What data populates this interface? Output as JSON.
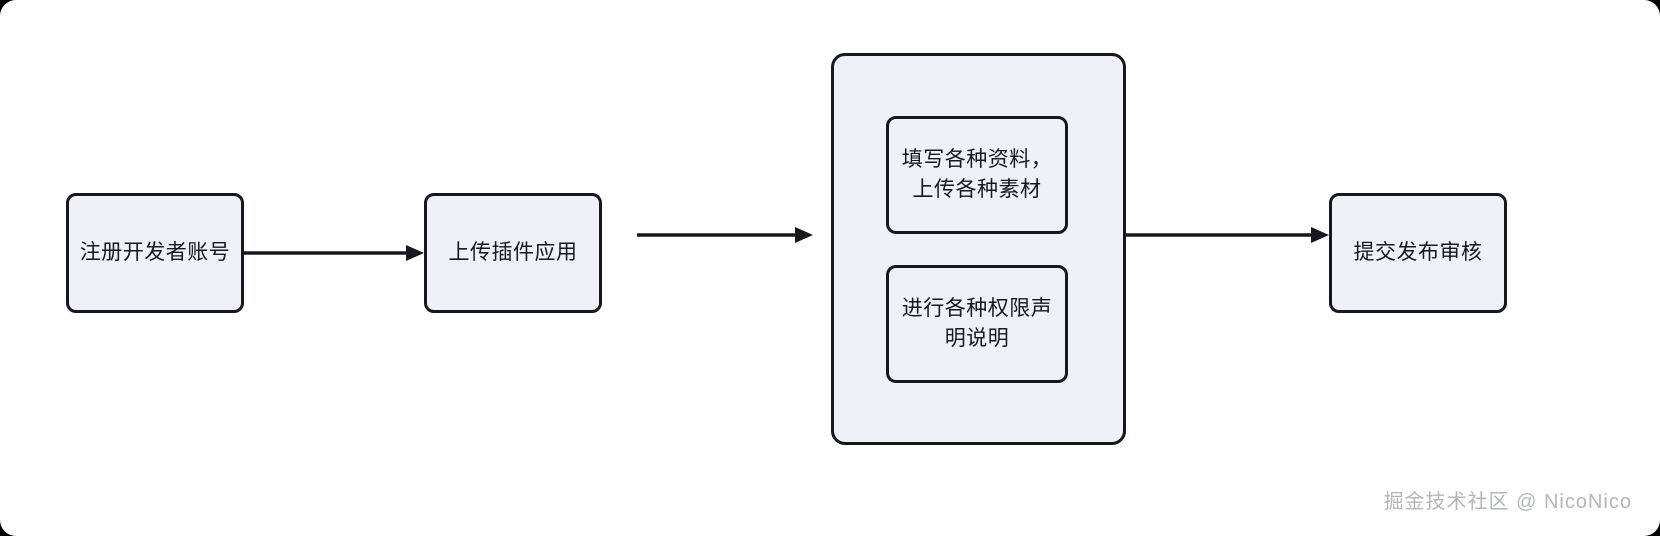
{
  "diagram": {
    "type": "flowchart",
    "orientation": "left-to-right",
    "background_color": "#ffffff",
    "node_fill_color": "#eef1f8",
    "node_border_color": "#16181d",
    "nodes": [
      {
        "id": "register",
        "label": "注册开发者账号"
      },
      {
        "id": "upload",
        "label": "上传插件应用"
      },
      {
        "id": "fill_info",
        "label": "填写各种资料，\n上传各种素材"
      },
      {
        "id": "permission",
        "label": "进行各种权限声\n明说明"
      },
      {
        "id": "submit",
        "label": "提交发布审核"
      }
    ],
    "group": {
      "id": "details_group",
      "contains": [
        "fill_info",
        "permission"
      ]
    },
    "edges": [
      {
        "from": "register",
        "to": "upload"
      },
      {
        "from": "upload",
        "to": "details_group"
      },
      {
        "from": "details_group",
        "to": "submit"
      }
    ]
  },
  "watermark": {
    "text": "掘金技术社区 @ NicoNico"
  }
}
